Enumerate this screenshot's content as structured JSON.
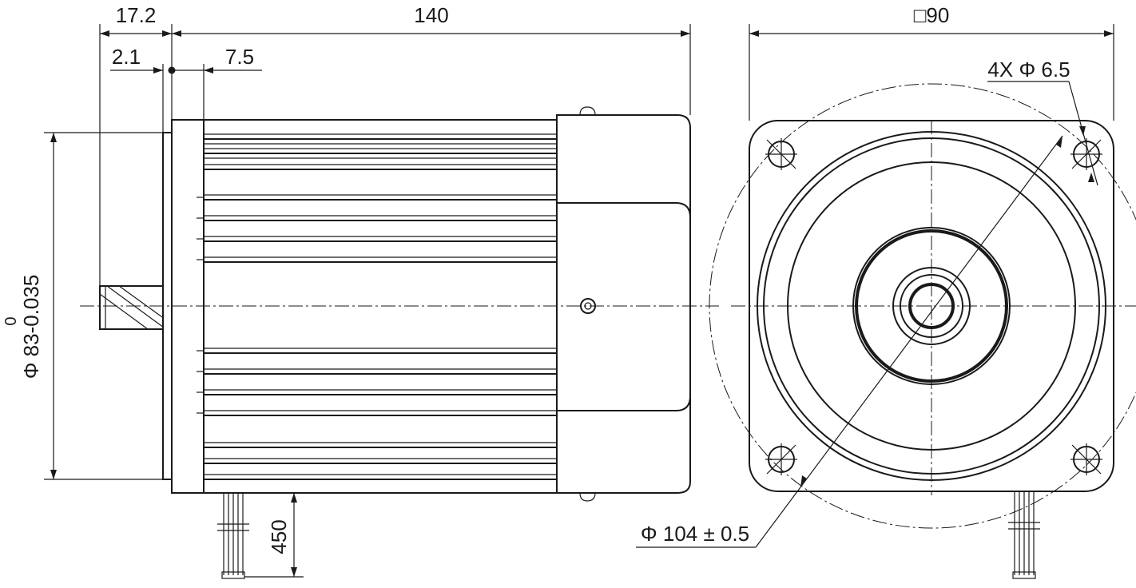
{
  "side_view": {
    "flange_thickness": "17.2",
    "overall_length": "140",
    "pilot_height": "2.1",
    "flange_offset": "7.5",
    "pilot_diameter": "Φ 83-0.035",
    "pilot_tolerance_upper": "0",
    "lead_length": "450"
  },
  "front_view": {
    "square_size": "□90",
    "mounting_holes": "4X Φ 6.5",
    "bolt_circle": "Φ 104 ± 0.5"
  }
}
